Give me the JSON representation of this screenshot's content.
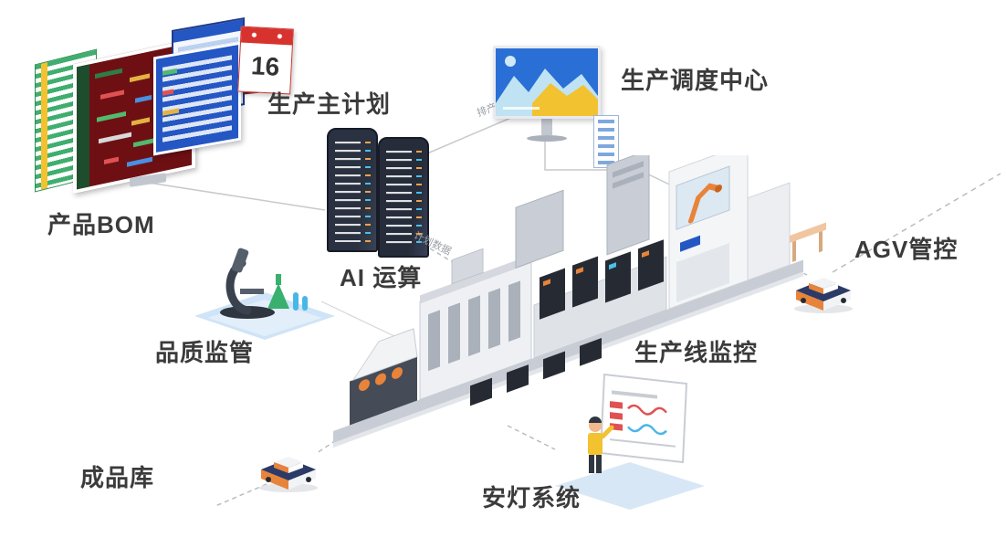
{
  "diagram": {
    "kind": "smart-factory architecture diagram",
    "background": "#ffffff"
  },
  "nodes": {
    "product_bom": {
      "label": "产品BOM"
    },
    "master_plan": {
      "label": "生产主计划"
    },
    "dispatch_center": {
      "label": "生产调度中心"
    },
    "ai_computing": {
      "label": "AI 运算"
    },
    "agv_control": {
      "label": "AGV管控"
    },
    "quality": {
      "label": "品质监管"
    },
    "line_monitor": {
      "label": "生产线监控"
    },
    "finished_goods": {
      "label": "成品库"
    },
    "andon": {
      "label": "安灯系统"
    }
  },
  "calendar": {
    "day": "16"
  },
  "connections": [
    {
      "label": "排产"
    },
    {
      "label": "计划数据"
    }
  ],
  "colors": {
    "label_text": "#3b3b3b",
    "line_gray": "#c7c9cc",
    "dash_gray": "#b9bcc0",
    "accent_orange": "#e8833a",
    "accent_blue": "#2456c4",
    "server_dark": "#2a3140",
    "platform_blue": "#cfe4f6",
    "calendar_red": "#d8322e"
  }
}
